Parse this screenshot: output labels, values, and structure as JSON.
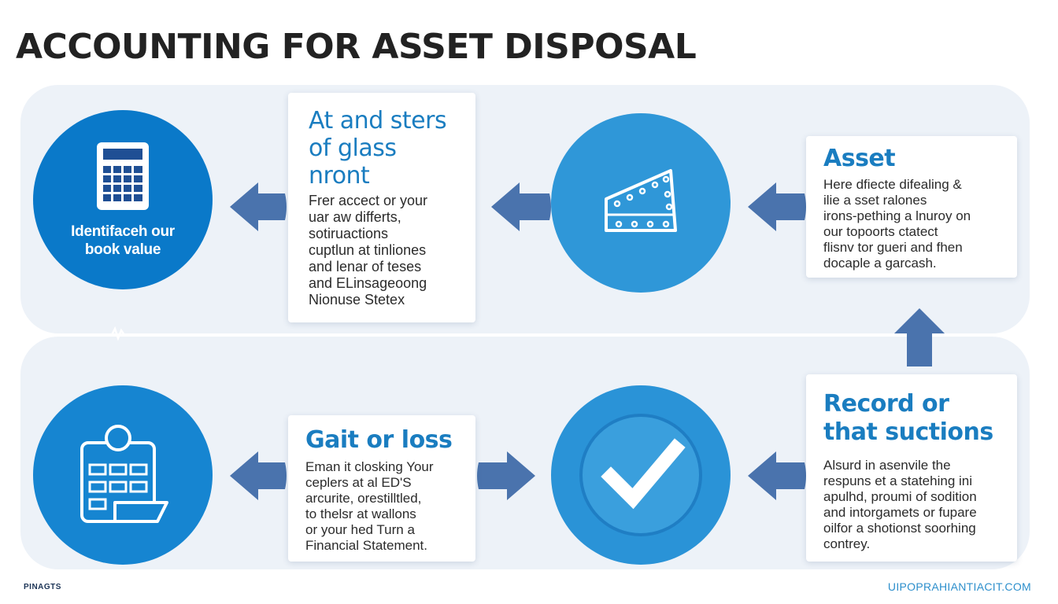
{
  "title": "ACCOUNTING FOR ASSET DISPOSAL",
  "steps": [
    {
      "circle_label": [
        "Identifaceh our",
        "book value"
      ],
      "icon": "calculator-icon",
      "card_title": [
        "At and sters",
        "of glass",
        "nront"
      ],
      "card_body": [
        "Frer accect or your",
        "uar aw differts,",
        "sotiruactions",
        "cuptlun at tinliones",
        "and lenar of teses",
        "and ELinsageoong",
        "Nionuse Stetex"
      ]
    },
    {
      "icon": "asset-panel-icon",
      "card_title": [
        "Asset"
      ],
      "card_body": [
        "Here dfiecte difealing &",
        "ilie a sset ralones",
        "irons-pething a lnuroy on",
        "our topoorts ctatect",
        "flisnv tor gueri and fhen",
        "docaple a garcash."
      ]
    },
    {
      "icon": "calendar-ledger-icon",
      "card_title": [
        "Gait or loss"
      ],
      "card_body": [
        "Eman it closking Your",
        "ceplers at al ED'S",
        "arcurite, orestilltled,",
        "to thelsr at wallons",
        "or your hed Turn a",
        "Financial Statement."
      ]
    },
    {
      "icon": "checkmark-icon",
      "card_title": [
        "Record or",
        "that suctions"
      ],
      "card_body": [
        "Alsurd in asenvile the",
        "respuns et a statehing ini",
        "apulhd, proumi of sodition",
        "and intorgamets or fupare",
        "oilfor a shotionst soorhing",
        "contrey."
      ]
    }
  ],
  "footer": {
    "left": "PINAGTS",
    "right": "UIPOPRAHIANTIACIT.COM"
  },
  "colors": {
    "accent_dark": "#0a79c9",
    "accent_light": "#2f97d8",
    "arrow": "#4a73ad",
    "band": "#edf2f8",
    "title_text": "#1a7dc0"
  }
}
